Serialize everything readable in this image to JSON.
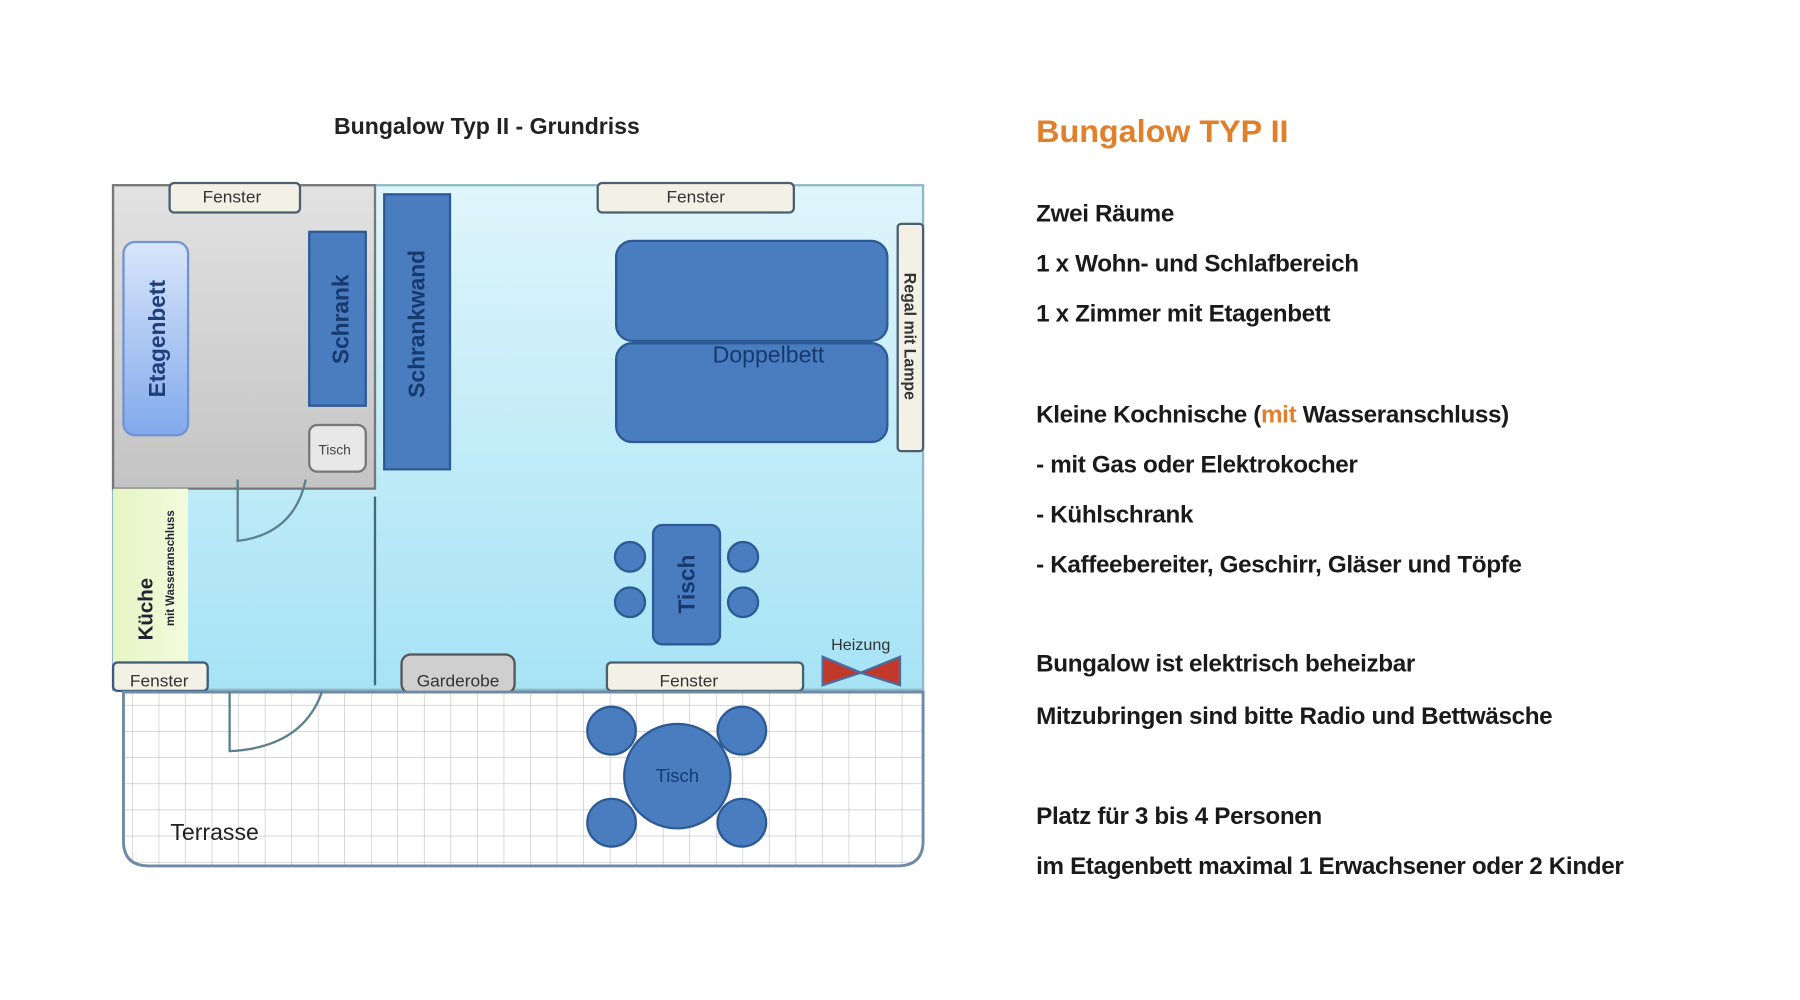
{
  "plan": {
    "title": "Bungalow Typ II - Grundriss",
    "window_top_left": "Fenster",
    "window_top_middle": "Fenster",
    "window_bottom_left": "Fenster",
    "window_bottom_right": "Fenster",
    "bunk_bed": "Etagenbett",
    "wardrobe": "Schrank",
    "small_table": "Tisch",
    "wall_unit": "Schrankwand",
    "double_bed": "Doppelbett",
    "shelf": "Regal mit Lampe",
    "kitchen": "Küche",
    "kitchen_note": "mit Wasseranschluss",
    "dining_table": "Tisch",
    "heater": "Heizung",
    "coat_rack": "Garderobe",
    "terrace_table": "Tisch",
    "terrace": "Terrasse"
  },
  "info": {
    "heading": "Bungalow TYP II",
    "lines": [
      "Zwei Räume",
      "1 x Wohn- und Schlafbereich",
      "1 x Zimmer mit Etagenbett"
    ],
    "kitchen_prefix": "Kleine Kochnische (",
    "kitchen_highlight": "mit",
    "kitchen_suffix": " Wasseranschluss)",
    "kitchen_items": [
      "- mit Gas oder Elektrokocher",
      "- Kühlschrank",
      "- Kaffeebereiter, Geschirr, Gläser  und Töpfe"
    ],
    "notes": [
      "Bungalow ist elektrisch beheizbar",
      "Mitzubringen sind bitte Radio und Bettwäsche"
    ],
    "capacity": [
      "Platz für 3 bis 4 Personen",
      "im Etagenbett maximal 1 Erwachsener oder 2 Kinder"
    ]
  },
  "colors": {
    "accent": "#e0802a",
    "furniture": "#4a7cc0"
  }
}
